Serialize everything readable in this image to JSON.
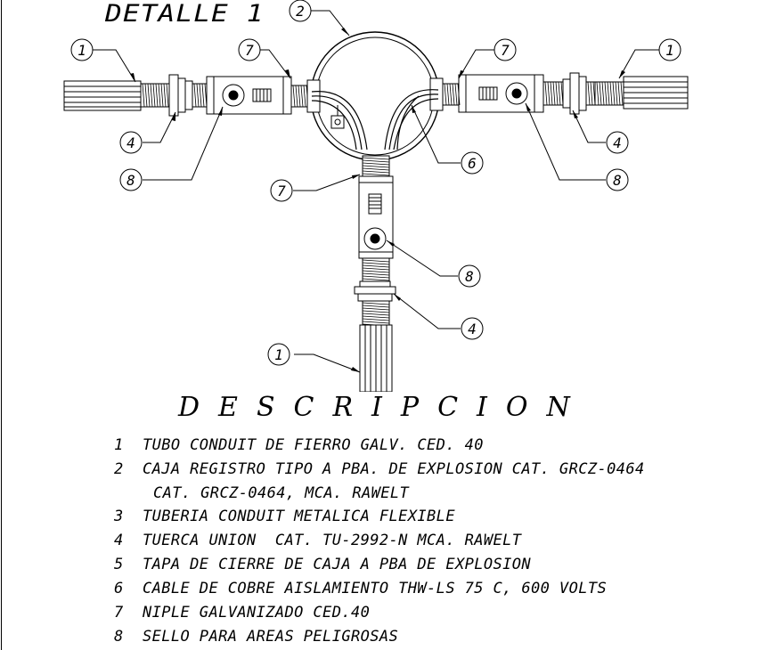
{
  "title": "DETALLE 1",
  "description_title": "DESCRIPCION",
  "callouts": [
    "1",
    "2",
    "7",
    "4",
    "8",
    "6"
  ],
  "legend": [
    {
      "num": "1",
      "text": "TUBO CONDUIT DE FIERRO GALV. CED. 40"
    },
    {
      "num": "2",
      "text": "CAJA REGISTRO TIPO A PBA. DE EXPLOSION CAT. GRCZ-0464",
      "text2": "CAT. GRCZ-0464, MCA. RAWELT"
    },
    {
      "num": "3",
      "text": "TUBERIA CONDUIT METALICA FLEXIBLE"
    },
    {
      "num": "4",
      "text": "TUERCA UNION  CAT. TU-2992-N MCA. RAWELT"
    },
    {
      "num": "5",
      "text": "TAPA DE CIERRE DE CAJA A PBA DE EXPLOSION"
    },
    {
      "num": "6",
      "text": "CABLE DE COBRE AISLAMIENTO THW-LS 75 C, 600 VOLTS"
    },
    {
      "num": "7",
      "text": "NIPLE GALVANIZADO CED.40"
    },
    {
      "num": "8",
      "text": "SELLO PARA AREAS PELIGROSAS"
    }
  ],
  "colors": {
    "ink": "#000000",
    "background": "#ffffff"
  }
}
